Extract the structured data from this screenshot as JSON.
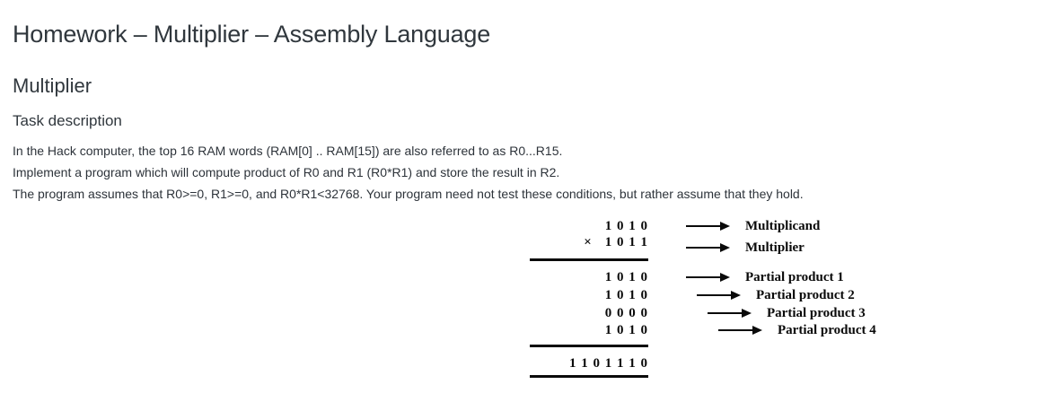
{
  "page": {
    "title": "Homework – Multiplier – Assembly Language",
    "heading": "Multiplier",
    "subheading": "Task description",
    "paragraph_lines": [
      "In the Hack computer, the top 16 RAM words (RAM[0] .. RAM[15]) are also referred to as R0...R15.",
      "Implement a program which will compute product of R0 and R1 (R0*R1) and store the result in R2.",
      "The program assumes that R0>=0, R1>=0, and R0*R1<32768. Your program need not test these conditions, but rather assume that they hold."
    ]
  },
  "diagram": {
    "multiplicand": {
      "bits": "1 0 1 0",
      "label": "Multiplicand"
    },
    "multiplier": {
      "sign": "×",
      "bits": "1 0 1 1",
      "label": "Multiplier"
    },
    "partial_products": [
      {
        "bits": "1 0 1 0",
        "label": "Partial product 1"
      },
      {
        "bits": "1 0 1 0",
        "label": "Partial product 2"
      },
      {
        "bits": "0 0 0 0",
        "label": "Partial product 3"
      },
      {
        "bits": "1 0 1 0",
        "label": "Partial product 4"
      }
    ],
    "result_bits": "1 1 0 1 1 1 0",
    "ink_color": "#0a0a0a"
  }
}
